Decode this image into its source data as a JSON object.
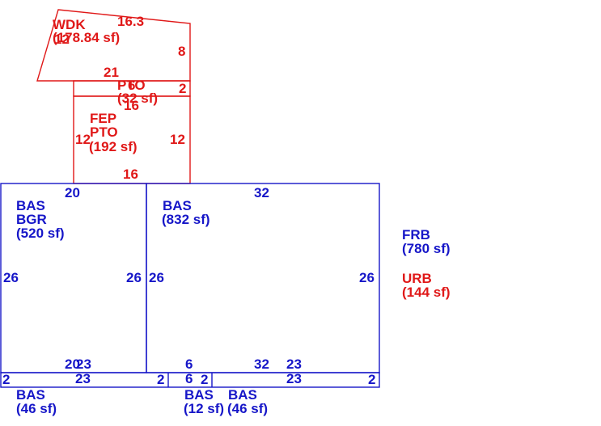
{
  "colors": {
    "main": "#1616c8",
    "addition": "#e01818",
    "background": "#ffffff"
  },
  "areas": {
    "wdk": {
      "code": "WDK",
      "area": "(178.84 sf)"
    },
    "pto": {
      "code": "PTO",
      "area": "(32 sf)"
    },
    "fep": {
      "code1": "FEP",
      "code2": "PTO",
      "area": "(192 sf)"
    },
    "bgr": {
      "code1": "BAS",
      "code2": "BGR",
      "area": "(520 sf)"
    },
    "bas": {
      "code": "BAS",
      "area": "(832 sf)"
    },
    "bas_s1": {
      "code": "BAS",
      "area": "(46 sf)"
    },
    "bas_s2": {
      "code": "BAS",
      "area": "(12 sf)"
    },
    "bas_s3": {
      "code": "BAS",
      "area": "(46 sf)"
    }
  },
  "summary": {
    "frb": {
      "code": "FRB",
      "area": "(780 sf)"
    },
    "urb": {
      "code": "URB",
      "area": "(144 sf)"
    }
  },
  "dimensions": {
    "wdk": {
      "top": "16.3",
      "left": "12",
      "right": "8",
      "bottom": "21"
    },
    "pto": {
      "top": "6",
      "bottom": "16",
      "right": "2"
    },
    "fep": {
      "left": "12",
      "right": "12",
      "bottom": "16"
    },
    "bgr": {
      "top": "20",
      "left": "26",
      "right": "26",
      "bottom_a": "20",
      "bottom_b": "23"
    },
    "bas": {
      "top": "32",
      "left": "26",
      "right": "26",
      "bottom_a": "6",
      "bottom_b": "32",
      "bottom_c": "23"
    },
    "strip": {
      "left_end": "2",
      "top_1": "23",
      "gap_1": "2",
      "top_2": "6",
      "gap_2": "2",
      "top_3": "23",
      "right_end": "2"
    }
  }
}
